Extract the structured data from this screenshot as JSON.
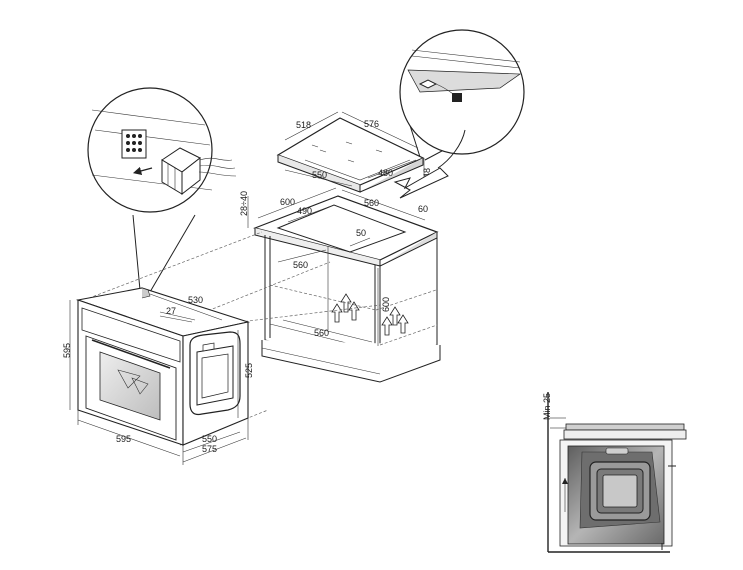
{
  "hob": {
    "depth_label": "518",
    "width_label": "576",
    "cutout_depth_label": "480",
    "cutout_width_label": "550",
    "thickness_label": "48"
  },
  "cabinet": {
    "gap_label": "28÷40",
    "depth_label": "600",
    "inner_depth_label": "490",
    "width_label": "560",
    "side_label": "60",
    "rear_gap_label": "50",
    "inner_width_label": "560",
    "height_label": "600",
    "bottom_width_label": "560"
  },
  "oven": {
    "top_depth_label": "530",
    "small_label": "27",
    "height_label": "595",
    "body_height_label": "525",
    "width_label": "595",
    "depth_label": "550",
    "total_depth_label": "575"
  },
  "side_view": {
    "min_label": "Min 25"
  },
  "colors": {
    "line": "#222222",
    "steel": "#8a8a8a",
    "steel_dark": "#5a5a5a",
    "paper": "#ffffff"
  }
}
